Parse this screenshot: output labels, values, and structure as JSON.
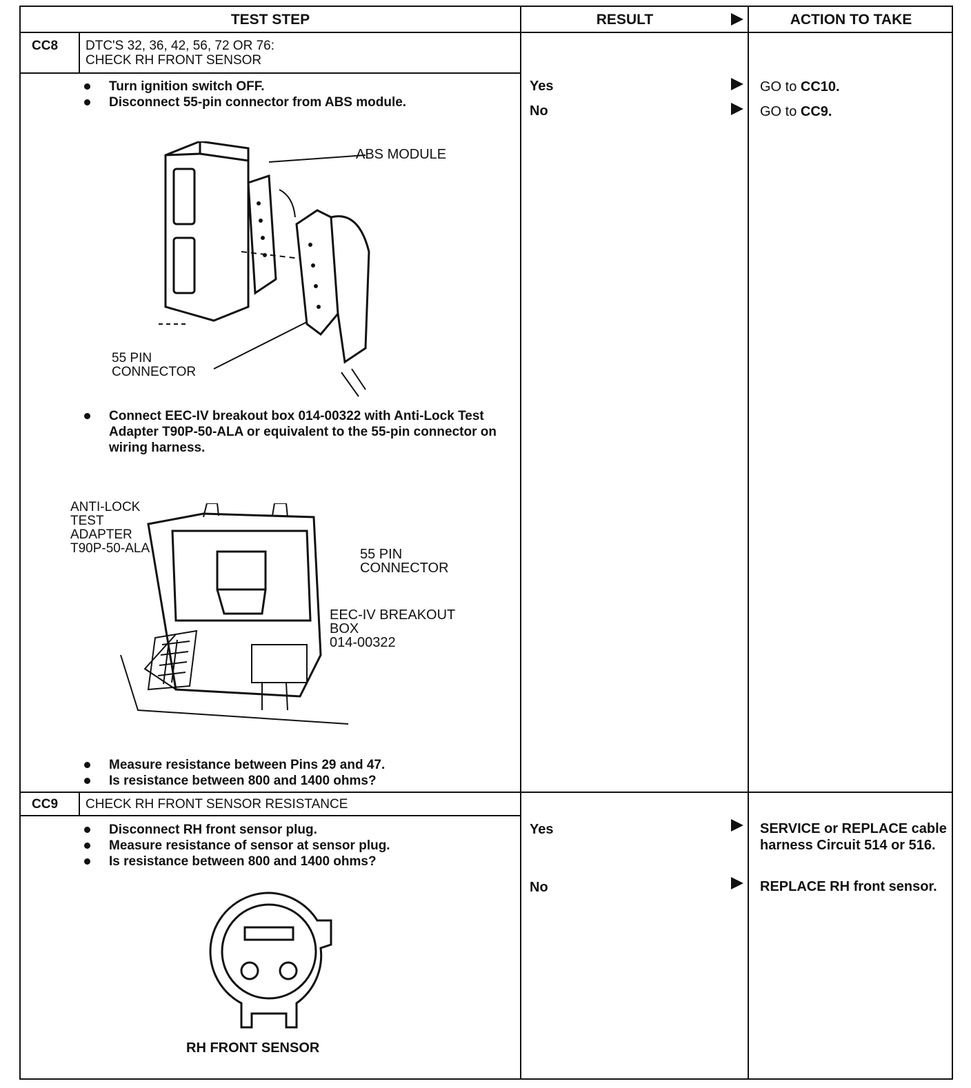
{
  "headers": {
    "test_step": "TEST STEP",
    "result": "RESULT",
    "action": "ACTION TO TAKE"
  },
  "cc8": {
    "id": "CC8",
    "title_line1": "DTC'S 32, 36, 42, 56, 72 OR 76:",
    "title_line2": "CHECK RH FRONT SENSOR",
    "bullets_a": [
      "Turn ignition switch OFF.",
      "Disconnect 55-pin connector from ABS module."
    ],
    "fig1_labels": {
      "module": "ABS MODULE",
      "connector": "55 PIN\nCONNECTOR"
    },
    "bullet_b": "Connect EEC-IV breakout box 014-00322 with Anti-Lock Test Adapter T90P-50-ALA or equivalent to the 55-pin connector on wiring harness.",
    "fig2_labels": {
      "adapter": "ANTI-LOCK\nTEST\nADAPTER\nT90P-50-ALA",
      "connector": "55 PIN\nCONNECTOR",
      "breakout": "EEC-IV BREAKOUT\nBOX\n014-00322"
    },
    "bullets_c": [
      "Measure resistance between Pins 29 and 47.",
      "Is resistance between 800 and 1400 ohms?"
    ],
    "results": [
      {
        "result": "Yes",
        "action_prefix": "GO to ",
        "action_ref": "CC10."
      },
      {
        "result": "No",
        "action_prefix": "GO to ",
        "action_ref": "CC9."
      }
    ]
  },
  "cc9": {
    "id": "CC9",
    "title": "CHECK RH FRONT SENSOR RESISTANCE",
    "bullets": [
      "Disconnect RH front sensor plug.",
      "Measure resistance of sensor at sensor plug.",
      "Is resistance between 800 and 1400 ohms?"
    ],
    "fig_label": "RH FRONT SENSOR",
    "results": [
      {
        "result": "Yes",
        "action": "SERVICE or REPLACE cable harness Circuit 514 or 516."
      },
      {
        "result": "No",
        "action": "REPLACE RH front sensor."
      }
    ]
  }
}
